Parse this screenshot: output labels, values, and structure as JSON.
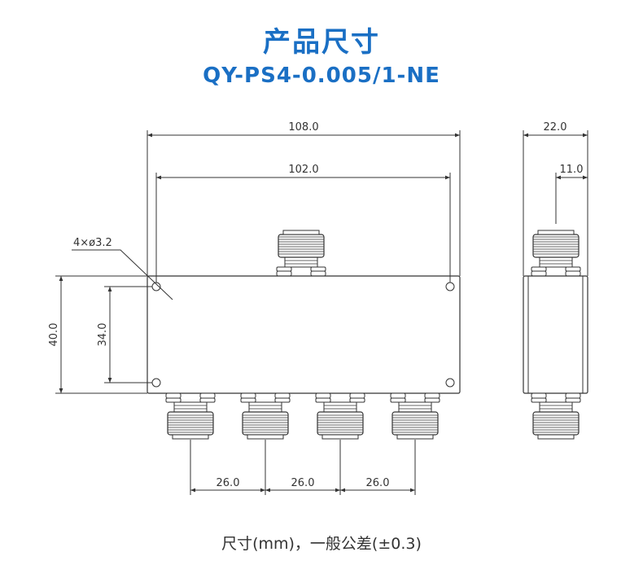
{
  "header": {
    "title": "产品尺寸",
    "model": "QY-PS4-0.005/1-NE"
  },
  "dimensions": {
    "overall_length": "108.0",
    "hole_spacing_length": "102.0",
    "overall_height": "40.0",
    "hole_spacing_height": "34.0",
    "mounting_holes": "4×ø3.2",
    "port_pitch_1": "26.0",
    "port_pitch_2": "26.0",
    "port_pitch_3": "26.0",
    "side_depth": "22.0",
    "side_half_depth": "11.0"
  },
  "footnote": "尺寸(mm)，一般公差(±0.3)",
  "colors": {
    "title": "#1a6fc4",
    "line": "#333333",
    "body_fill": "#ffffff"
  }
}
